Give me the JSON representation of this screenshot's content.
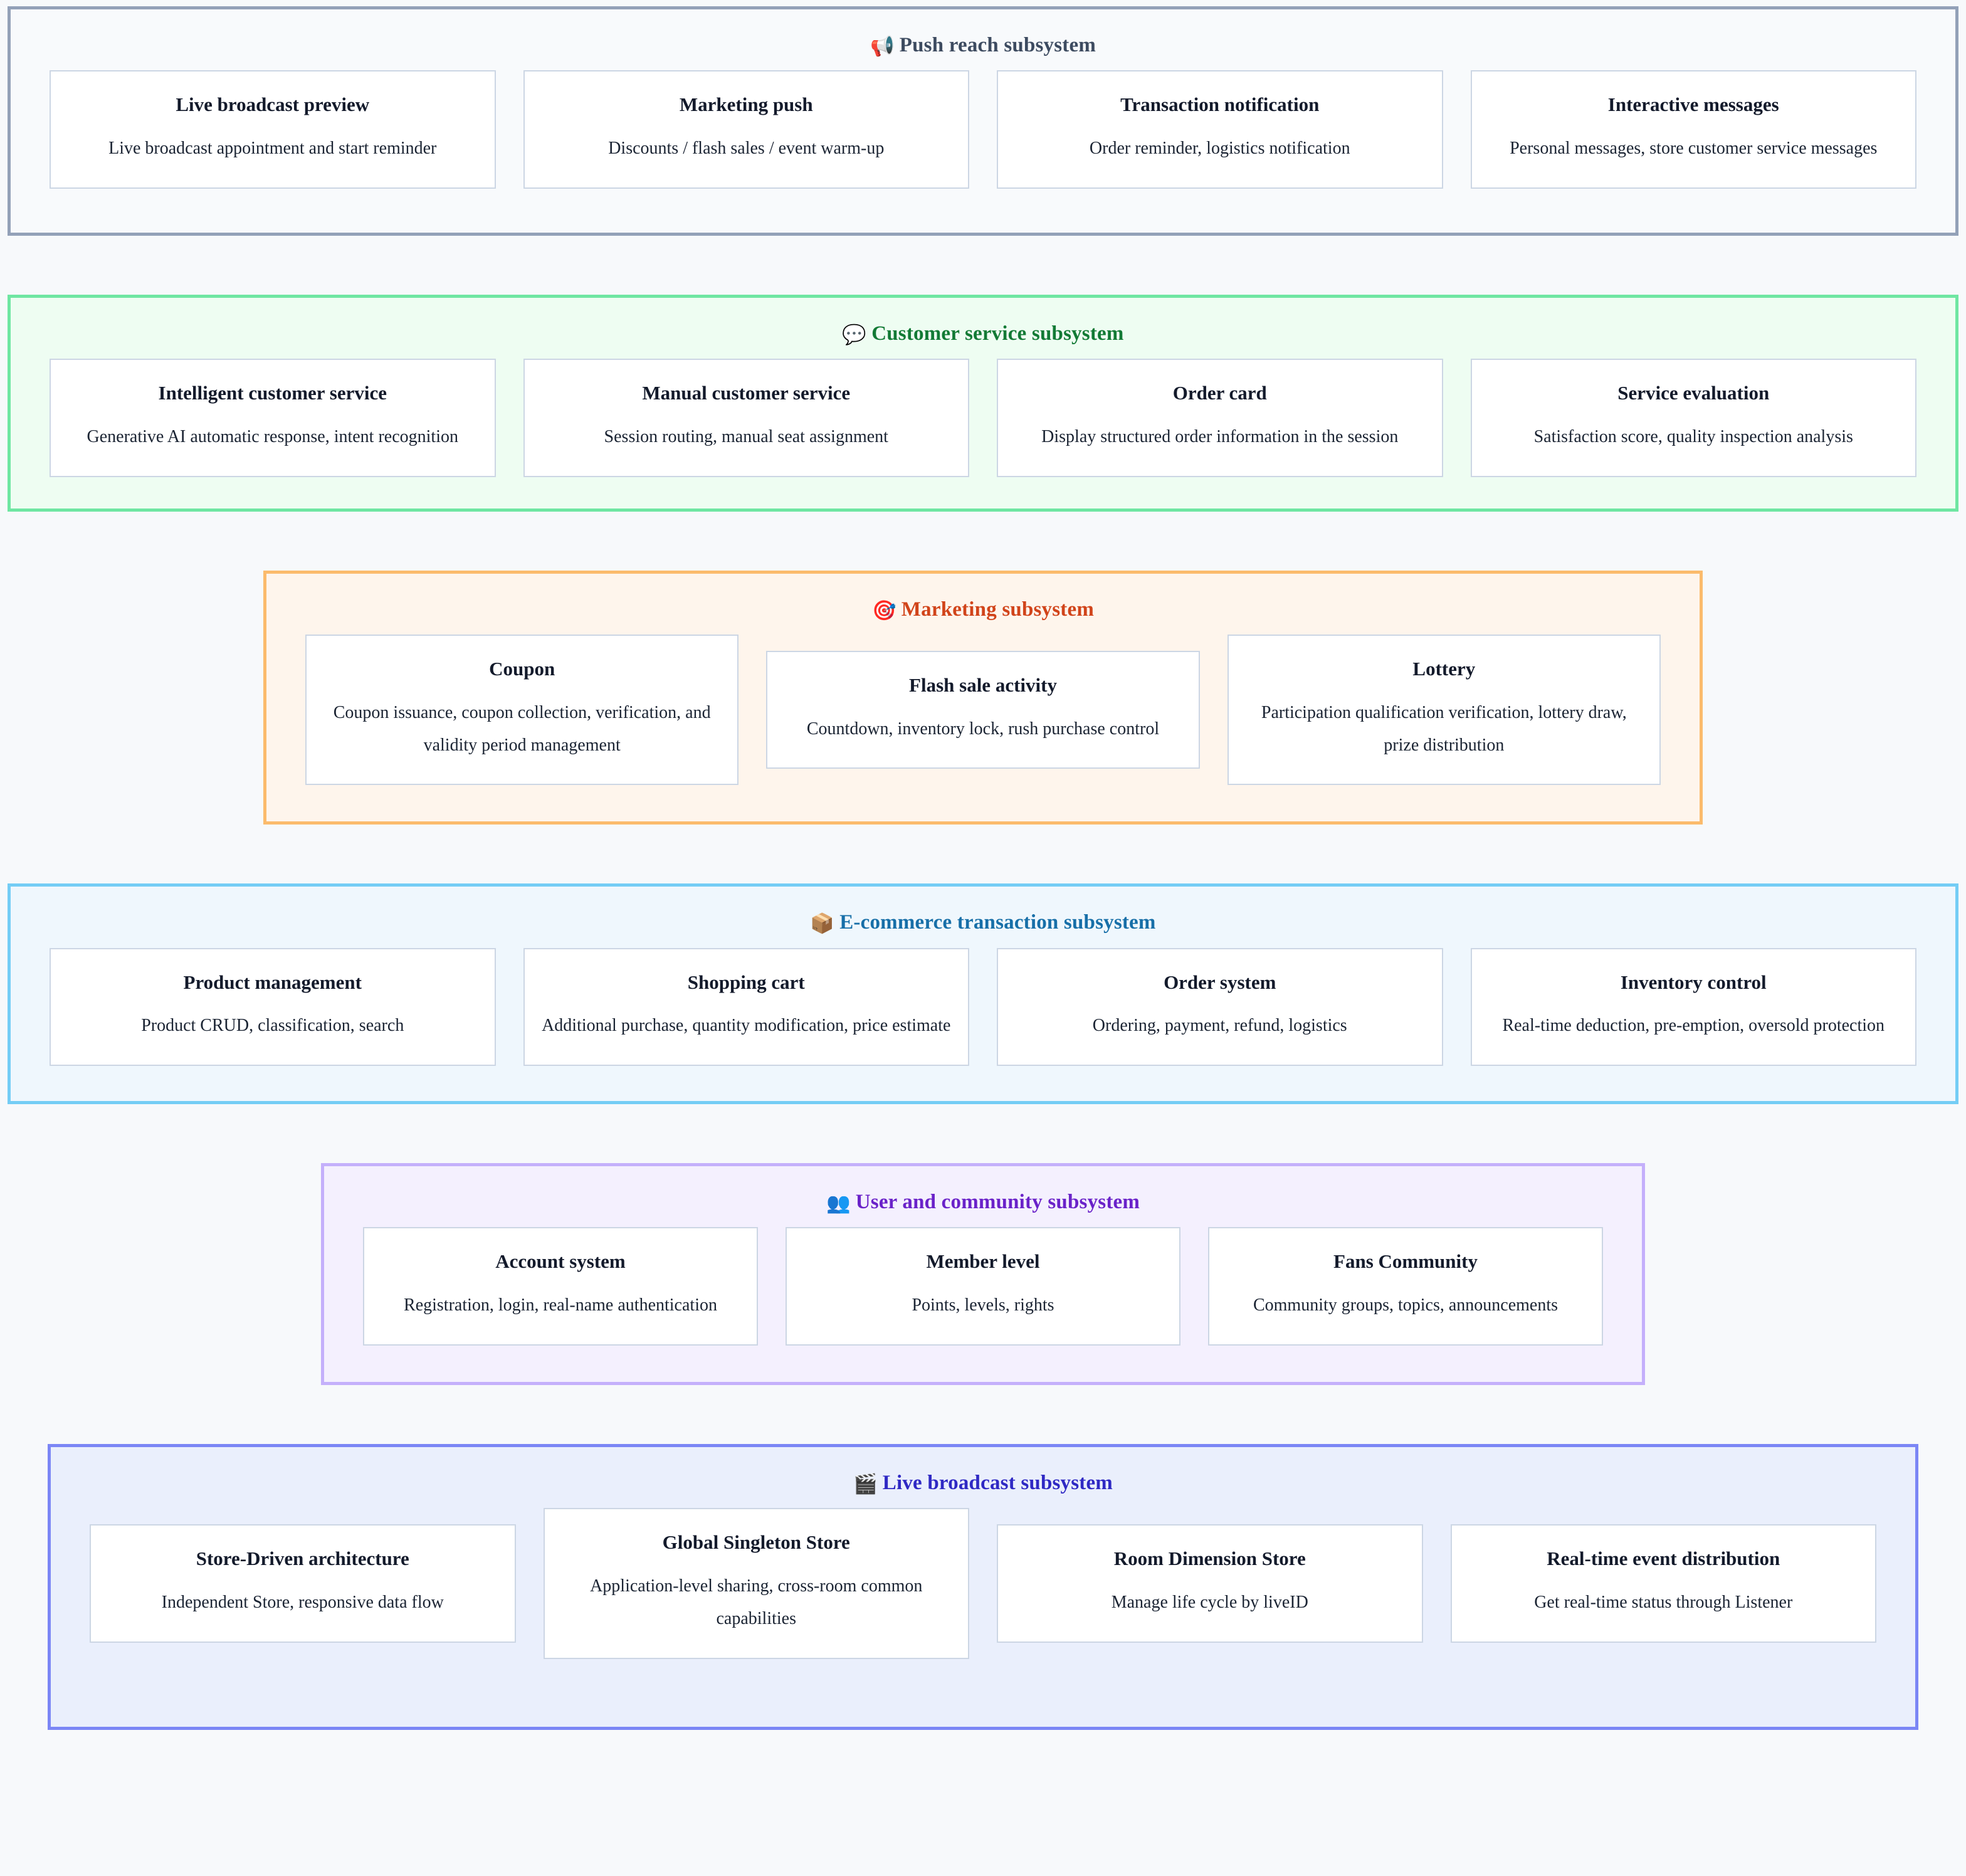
{
  "subsystems": [
    {
      "key": "push",
      "icon": "📢",
      "icon_name": "megaphone-icon",
      "title": "Push reach subsystem",
      "border_color": "#93a1b8",
      "background_color": "#f8fafc",
      "title_color": "#3d4b60",
      "cards": [
        {
          "title": "Live broadcast preview",
          "desc": "Live broadcast appointment and start reminder"
        },
        {
          "title": "Marketing push",
          "desc": "Discounts / flash sales / event warm-up"
        },
        {
          "title": "Transaction notification",
          "desc": "Order reminder, logistics notification"
        },
        {
          "title": "Interactive messages",
          "desc": "Personal messages, store customer service messages"
        }
      ]
    },
    {
      "key": "service",
      "icon": "💬",
      "icon_name": "speech-balloon-icon",
      "title": "Customer service subsystem",
      "border_color": "#6fe6a2",
      "background_color": "#eefdf2",
      "title_color": "#127a35",
      "cards": [
        {
          "title": "Intelligent customer service",
          "desc": "Generative AI automatic response, intent recognition"
        },
        {
          "title": "Manual customer service",
          "desc": "Session routing, manual seat assignment"
        },
        {
          "title": "Order card",
          "desc": "Display structured order information in the session"
        },
        {
          "title": "Service evaluation",
          "desc": "Satisfaction score, quality inspection analysis"
        }
      ]
    },
    {
      "key": "marketing",
      "icon": "🎯",
      "icon_name": "target-dart-icon",
      "title": "Marketing subsystem",
      "border_color": "#fbbb6c",
      "background_color": "#fef5ec",
      "title_color": "#d1441a",
      "cards": [
        {
          "title": "Coupon",
          "desc": "Coupon issuance, coupon collection, verification, and validity period management"
        },
        {
          "title": "Flash sale activity",
          "desc": "Countdown, inventory lock, rush purchase control"
        },
        {
          "title": "Lottery",
          "desc": "Participation qualification verification, lottery draw, prize distribution"
        }
      ]
    },
    {
      "key": "ecommerce",
      "icon": "📦",
      "icon_name": "package-box-icon",
      "title": "E-commerce transaction subsystem",
      "border_color": "#74cdf5",
      "background_color": "#eff7fd",
      "title_color": "#176fa8",
      "cards": [
        {
          "title": "Product management",
          "desc": "Product CRUD, classification, search"
        },
        {
          "title": "Shopping cart",
          "desc": "Additional purchase, quantity modification, price estimate"
        },
        {
          "title": "Order system",
          "desc": "Ordering, payment, refund, logistics"
        },
        {
          "title": "Inventory control",
          "desc": "Real-time deduction, pre-emption, oversold protection"
        }
      ]
    },
    {
      "key": "community",
      "icon": "👥",
      "icon_name": "two-people-icon",
      "title": "User and community subsystem",
      "border_color": "#c4b0fb",
      "background_color": "#f4f0fe",
      "title_color": "#6a22c9",
      "cards": [
        {
          "title": "Account system",
          "desc": "Registration, login, real-name authentication"
        },
        {
          "title": "Member level",
          "desc": "Points, levels, rights"
        },
        {
          "title": "Fans Community",
          "desc": "Community groups, topics, announcements"
        }
      ]
    },
    {
      "key": "live",
      "icon": "🎬",
      "icon_name": "clapper-board-icon",
      "title": "Live broadcast subsystem",
      "border_color": "#7b86f5",
      "background_color": "#eaeffc",
      "title_color": "#2f29c4",
      "cards": [
        {
          "title": "Store-Driven architecture",
          "desc": "Independent Store, responsive data flow"
        },
        {
          "title": "Global Singleton Store",
          "desc": "Application-level sharing, cross-room common capabilities"
        },
        {
          "title": "Room Dimension Store",
          "desc": "Manage life cycle by liveID"
        },
        {
          "title": "Real-time event distribution",
          "desc": "Get real-time status through Listener"
        }
      ]
    }
  ]
}
